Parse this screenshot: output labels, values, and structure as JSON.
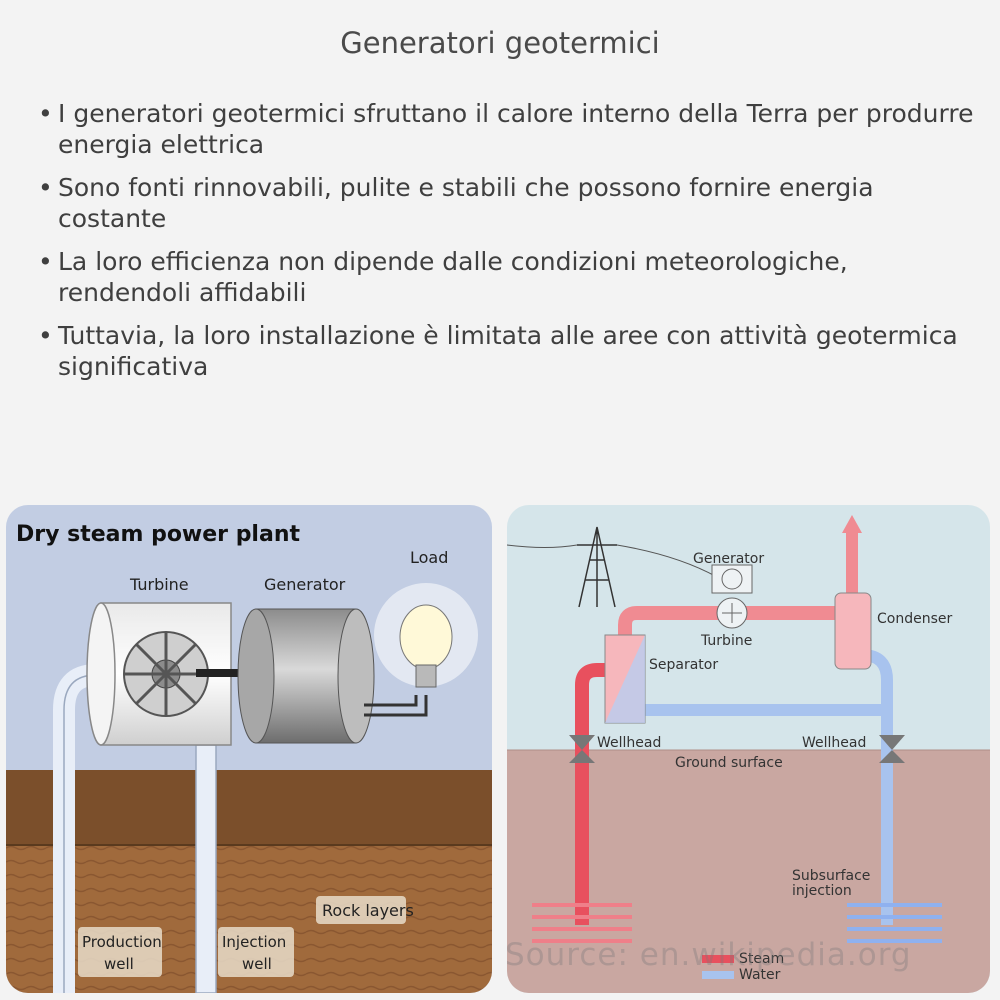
{
  "title": "Generatori geotermici",
  "bullets": [
    "I generatori geotermici sfruttano il calore interno della Terra per produrre energia elettrica",
    "Sono fonti rinnovabili, pulite e stabili che possono fornire energia costante",
    "La loro efficienza non dipende dalle condizioni meteorologiche, rendendoli affidabili",
    "Tuttavia, la loro installazione è limitata alle aree con attività geotermica significativa"
  ],
  "left_diagram": {
    "title": "Dry steam power plant",
    "turbine": "Turbine",
    "generator": "Generator",
    "load": "Load",
    "rock_layers": "Rock layers",
    "production_well": [
      "Production",
      "well"
    ],
    "injection_well": [
      "Injection",
      "well"
    ]
  },
  "right_diagram": {
    "generator": "Generator",
    "turbine": "Turbine",
    "condenser": "Condenser",
    "separator": "Separator",
    "wellhead_left": "Wellhead",
    "wellhead_right": "Wellhead",
    "ground_surface": "Ground surface",
    "subsurface_injection": [
      "Subsurface",
      "injection"
    ],
    "legend_steam": "Steam",
    "legend_water": "Water"
  },
  "source": "Source: en.wikipedia.org",
  "colors": {
    "steam": "#e8505e",
    "water": "#7fa6e6",
    "ground": "#c9a7a1",
    "sky": "#d5e5ea"
  }
}
